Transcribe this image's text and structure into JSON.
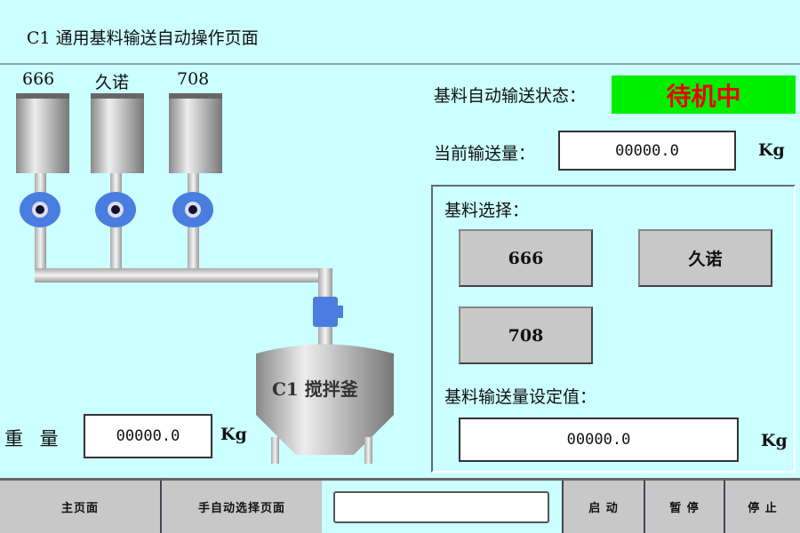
{
  "title": "C1 通用基料输送自动操作页面",
  "tanks": [
    {
      "label": "666"
    },
    {
      "label": "久诺"
    },
    {
      "label": "708"
    }
  ],
  "kettle_label": "C1 搅拌釜",
  "weight": {
    "label": "重 量",
    "value": "00000.0",
    "unit": "Kg"
  },
  "status": {
    "label": "基料自动输送状态：",
    "value": "待机中"
  },
  "current": {
    "label": "当前输送量：",
    "value": "00000.0",
    "unit": "Kg"
  },
  "selection": {
    "label": "基料选择：",
    "buttons": [
      "666",
      "久诺",
      "708"
    ]
  },
  "setpoint": {
    "label": "基料输送量设定值：",
    "value": "00000.0",
    "unit": "Kg"
  },
  "bottom": {
    "home": "主页面",
    "mode": "手自动选择页面",
    "message": "",
    "start": "启 动",
    "pause": "暂 停",
    "stop": "停 止"
  },
  "colors": {
    "background": "#ccffff",
    "status_bg": "#00ee00",
    "status_text": "#ee0000",
    "pump": "#4a7de0"
  }
}
